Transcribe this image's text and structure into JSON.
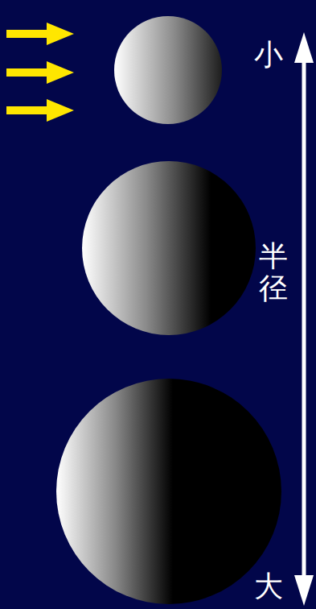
{
  "diagram": {
    "labels": [
      "小",
      "半径",
      "大"
    ]
  }
}
